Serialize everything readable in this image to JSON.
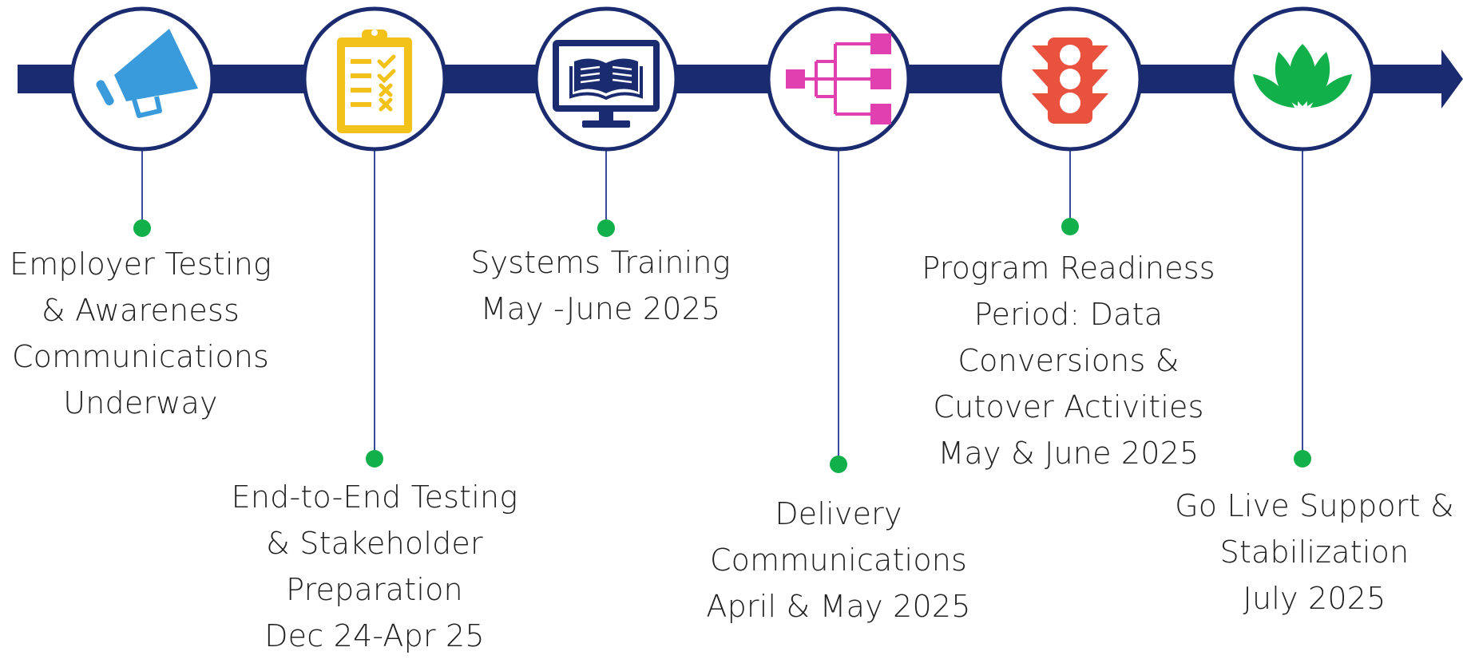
{
  "colors": {
    "timeline": "#1b2b6f",
    "connector": "#3a4a9a",
    "dot": "#12b04a",
    "text": "#222222",
    "circle_fill": "#ffffff"
  },
  "milestones": [
    {
      "id": "employer-testing",
      "icon": "megaphone-icon",
      "icon_color": "#3a9bdc",
      "lines": [
        "Employer Testing",
        "& Awareness",
        "Communications",
        "Underway"
      ]
    },
    {
      "id": "end-to-end-testing",
      "icon": "clipboard-checklist-icon",
      "icon_color": "#f2c21b",
      "lines": [
        "End-to-End Testing",
        "& Stakeholder",
        "Preparation",
        "Dec 24-Apr 25"
      ]
    },
    {
      "id": "systems-training",
      "icon": "monitor-book-icon",
      "icon_color": "#1b2b6f",
      "lines": [
        "Systems Training",
        "May -June 2025"
      ]
    },
    {
      "id": "delivery-communications",
      "icon": "hierarchy-icon",
      "icon_color": "#e040b0",
      "lines": [
        "Delivery",
        "Communications",
        "April & May 2025"
      ]
    },
    {
      "id": "program-readiness",
      "icon": "traffic-light-icon",
      "icon_color": "#e8523f",
      "lines": [
        "Program Readiness",
        "Period: Data",
        "Conversions &",
        "Cutover Activities",
        "May & June 2025"
      ]
    },
    {
      "id": "go-live-support",
      "icon": "lotus-icon",
      "icon_color": "#12b04a",
      "lines": [
        "Go Live Support &",
        "Stabilization",
        "July 2025"
      ]
    }
  ]
}
